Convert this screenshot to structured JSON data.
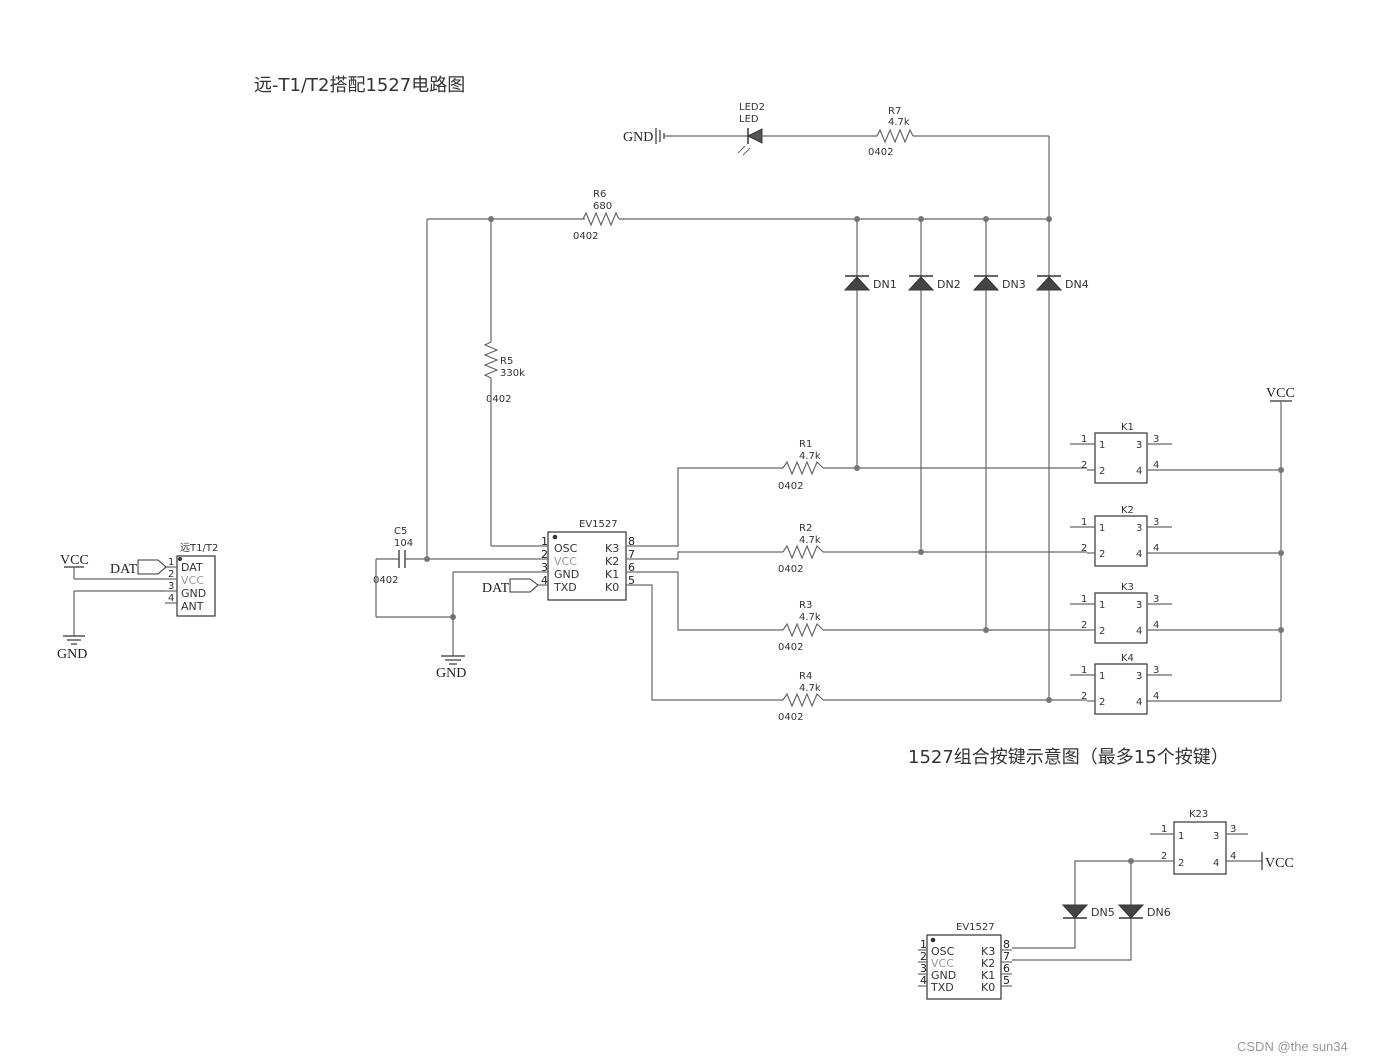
{
  "titles": {
    "main": "远-T1/T2搭配1527电路图",
    "combo": "1527组合按键示意图（最多15个按键）"
  },
  "watermark": "CSDN @the sun34",
  "nets": {
    "vcc": "VCC",
    "gnd": "GND",
    "dat": "DAT"
  },
  "module": {
    "name": "远T1/T2",
    "pins": [
      {
        "num": "1",
        "label": "DAT"
      },
      {
        "num": "2",
        "label": "VCC"
      },
      {
        "num": "3",
        "label": "GND"
      },
      {
        "num": "4",
        "label": "ANT"
      }
    ]
  },
  "ev1527": {
    "name": "EV1527",
    "left_pins": [
      {
        "num": "1",
        "label": "OSC"
      },
      {
        "num": "2",
        "label": "VCC"
      },
      {
        "num": "3",
        "label": "GND"
      },
      {
        "num": "4",
        "label": "TXD"
      }
    ],
    "right_pins": [
      {
        "num": "8",
        "label": "K3"
      },
      {
        "num": "7",
        "label": "K2"
      },
      {
        "num": "6",
        "label": "K1"
      },
      {
        "num": "5",
        "label": "K0"
      }
    ]
  },
  "components": {
    "c5": {
      "ref": "C5",
      "value": "104",
      "package": "0402"
    },
    "r5": {
      "ref": "R5",
      "value": "330k",
      "package": "0402"
    },
    "r6": {
      "ref": "R6",
      "value": "680",
      "package": "0402"
    },
    "r7": {
      "ref": "R7",
      "value": "4.7k",
      "package": "0402"
    },
    "led2": {
      "ref": "LED2",
      "value": "LED"
    },
    "r1": {
      "ref": "R1",
      "value": "4.7k",
      "package": "0402"
    },
    "r2": {
      "ref": "R2",
      "value": "4.7k",
      "package": "0402"
    },
    "r3": {
      "ref": "R3",
      "value": "4.7k",
      "package": "0402"
    },
    "r4": {
      "ref": "R4",
      "value": "4.7k",
      "package": "0402"
    }
  },
  "diodes": [
    "DN1",
    "DN2",
    "DN3",
    "DN4"
  ],
  "combo_diodes": [
    "DN5",
    "DN6"
  ],
  "switches": [
    {
      "ref": "K1",
      "pins": [
        "1",
        "2",
        "3",
        "4"
      ]
    },
    {
      "ref": "K2",
      "pins": [
        "1",
        "2",
        "3",
        "4"
      ]
    },
    {
      "ref": "K3",
      "pins": [
        "1",
        "2",
        "3",
        "4"
      ]
    },
    {
      "ref": "K4",
      "pins": [
        "1",
        "2",
        "3",
        "4"
      ]
    }
  ],
  "combo_switch": {
    "ref": "K23",
    "pins": [
      "1",
      "2",
      "3",
      "4"
    ]
  }
}
